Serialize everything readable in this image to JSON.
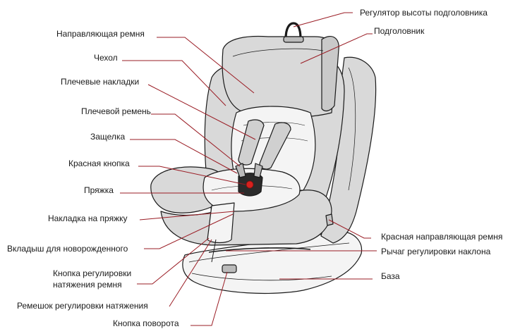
{
  "colors": {
    "leader_line": "#9a1c24",
    "seat_fill": "#d9d9d9",
    "seat_light": "#f4f4f4",
    "outline": "#1a1a1a",
    "button_red": "#d6211e"
  },
  "labels": {
    "headrest_height_adjuster": "Регулятор высоты подголовника",
    "headrest": "Подголовник",
    "belt_guide": "Направляющая ремня",
    "cover": "Чехол",
    "shoulder_pads": "Плечевые накладки",
    "shoulder_belt": "Плечевой ремень",
    "latch": "Защелка",
    "red_button": "Красная кнопка",
    "buckle": "Пряжка",
    "buckle_pad": "Накладка на пряжку",
    "newborn_insert": "Вкладыш для новорожденного",
    "tension_button_line1": "Кнопка регулировки",
    "tension_button_line2": "натяжения ремня",
    "tension_strap": "Ремешок регулировки натяжения",
    "rotation_button": "Кнопка поворота",
    "red_belt_guide": "Красная направляющая ремня",
    "recline_lever": "Рычаг регулировки наклона",
    "base": "База"
  }
}
